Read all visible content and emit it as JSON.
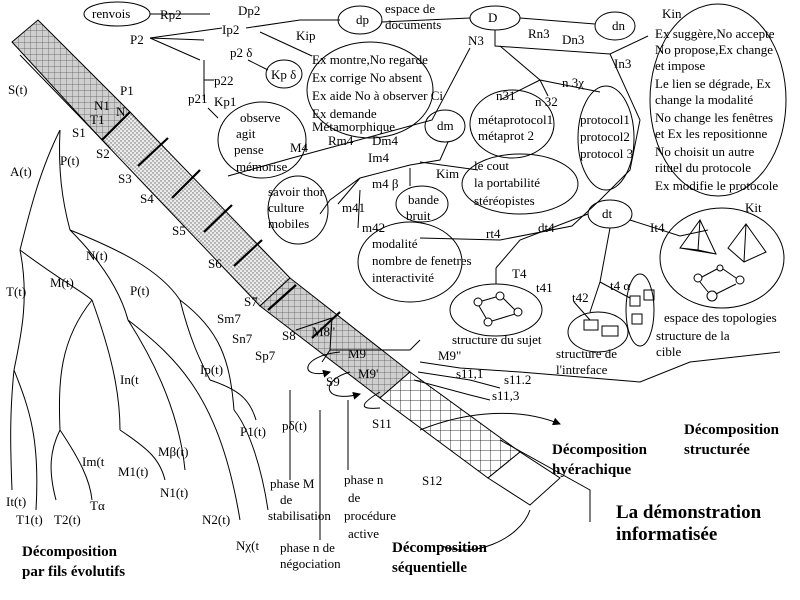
{
  "hierarchy": {
    "labels": {
      "renvois": "renvois",
      "rp2": "Rp2",
      "dp2": "Dp2",
      "dp": "dp",
      "espace_documents": "espace de documents",
      "d": "D",
      "dn": "dn",
      "kin": "Kin",
      "p2": "P2",
      "ip2": "Ip2",
      "kip": "Kip",
      "n3": "N3",
      "rn3": "Rn3",
      "dn3": "Dn3",
      "in3": "In3",
      "p2d": "p2 δ",
      "kpd": "Kp δ",
      "p22": "p22",
      "n3x": "n 3χ",
      "n31": "n31",
      "n32": "n 32",
      "p21": "p21",
      "kp1": "Kp1",
      "metaprotocol1": "métaprotocol1",
      "metaprot2": "métaprot 2",
      "protocol1": "protocol1",
      "protocol2": "protocol2",
      "protocol3": "protocol 3",
      "dm": "dm",
      "rm4": "Rm4",
      "dm4": "Dm4",
      "m4": "M4",
      "im4": "Im4",
      "kim": "Kim",
      "m4b": "m4 β",
      "m41": "m41",
      "m42": "m42",
      "dt": "dt",
      "dt4": "dt4",
      "rt4": "rt4",
      "it4": "It4",
      "kit": "Kit",
      "t4": "T4",
      "t41": "t41",
      "t42": "t42",
      "t4a": "t4 α",
      "m8": "M8\"",
      "m9": "M9",
      "m9p": "M9'",
      "m9pp": "M9\"",
      "s11_1": "s11,1",
      "s11_2": "s11.2",
      "s11_3": "s11,3"
    },
    "kin_items": [
      "Ex suggère,No accepte",
      "No propose,Ex change",
      "et impose",
      "Le lien se dégrade, Ex",
      "change la modalité",
      "No change les fenêtres",
      "et Ex les repositionne",
      "No choisit un autre",
      "rituel du protocole",
      "Ex modifie le protocole"
    ],
    "kip_items": [
      "Ex montre,No regarde",
      "Ex corrige No absent",
      "Ex aide No à observer Ci",
      "Ex demande",
      "Métamorphique"
    ],
    "kp1_items": [
      "observe",
      "agit",
      "pense",
      "mémorise"
    ],
    "knowledge_items": [
      "savoir thor",
      "culture",
      "mobiles"
    ],
    "bande_items": [
      "bande",
      "bruit"
    ],
    "kim_items": [
      "le cout",
      "la portabilité",
      "stéréopistes"
    ],
    "m42_items": [
      "modalité",
      "nombre de fenetres",
      "interactivité"
    ],
    "structure_sujet": "structure du sujet",
    "structure_interface": [
      "structure de",
      "l'intreface"
    ],
    "espace_topologies": [
      "espace des topologies",
      "structure de la",
      "cible"
    ]
  },
  "band": {
    "labels": [
      "N1",
      "T1",
      "N",
      "P1"
    ],
    "stages": [
      "S1",
      "S2",
      "S3",
      "S4",
      "S5",
      "S6",
      "S7",
      "Sm7",
      "S8",
      "Sn7",
      "Sp7",
      "S9",
      "S11",
      "S12"
    ]
  },
  "tree": {
    "labels": [
      "S(t)",
      "A(t)",
      "P(t)",
      "T(t)",
      "M(t)",
      "N(t)",
      "P(t)",
      "In(t",
      "Ip(t)",
      "Im(t",
      "Mβ(t)",
      "M1(t)",
      "N1(t)",
      "N2(t)",
      "It(t)",
      "T1(t)",
      "T2(t)",
      "Tα",
      "P1(t)",
      "pδ(t)",
      "Nχ(t"
    ],
    "phases": {
      "m_stab": [
        "phase M",
        "de",
        "stabilisation"
      ],
      "n_nego": [
        "phase n de",
        "négociation"
      ],
      "n_proc": [
        "phase n",
        "de",
        "procédure",
        "active"
      ]
    }
  },
  "titles": {
    "fils": [
      "Décomposition",
      "par fils évolutifs"
    ],
    "sequentielle": [
      "Décomposition",
      "séquentielle"
    ],
    "hierarchique": [
      "Décomposition",
      "hyérachique"
    ],
    "structuree": [
      "Décomposition",
      "structurée"
    ],
    "demonstration": [
      "La démonstration",
      "informatisée"
    ]
  }
}
